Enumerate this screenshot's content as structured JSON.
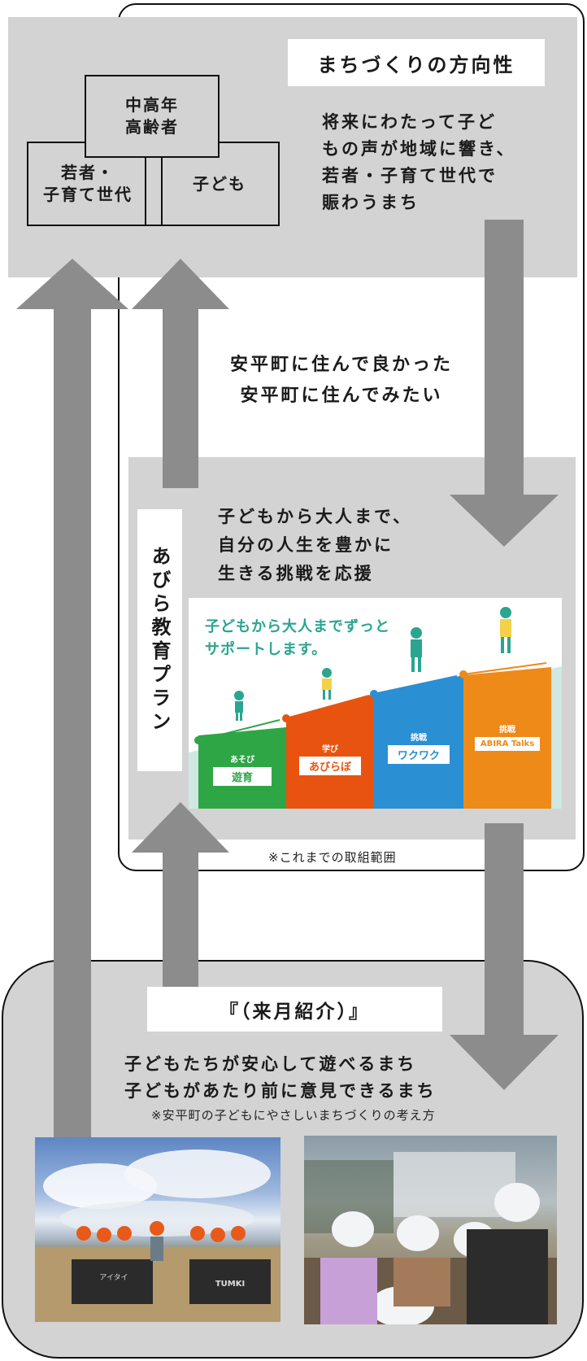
{
  "top": {
    "title": "まちづくりの方向性",
    "vision_lines": [
      "将来にわたって子ど",
      "もの声が地域に響き、",
      "若者・子育て世代で",
      "賑わうまち"
    ],
    "groups": {
      "elders_line1": "中高年",
      "elders_line2": "高齢者",
      "youth_line1": "若者・",
      "youth_line2": "子育て世代",
      "children": "子ども"
    }
  },
  "middle_text": {
    "line1": "安平町に住んで良かった",
    "line2": "安平町に住んでみたい"
  },
  "education": {
    "plan_label": "あびら教育プラン",
    "lines": [
      "子どもから大人まで、",
      "自分の人生を豊かに",
      "生きる挑戦を応援"
    ],
    "graphic": {
      "title_line1": "子どもから大人までずっと",
      "title_line2": "サポートします。",
      "steps": [
        {
          "small": "あそび",
          "label": "遊育",
          "color": "#2ea646"
        },
        {
          "small": "学び",
          "label": "あびらぼ",
          "color": "#e8540f"
        },
        {
          "small": "挑戦",
          "label": "ワクワク",
          "color": "#2a8fd3"
        },
        {
          "small": "挑戦",
          "label": "ABIRA Talks",
          "color": "#ee8a18"
        }
      ]
    },
    "note": "※これまでの取組範囲"
  },
  "bottom": {
    "title": "『（来月紹介）』",
    "lines": [
      "子どもたちが安心して遊べるまち",
      "子どもがあたり前に意見できるまち"
    ],
    "note": "※安平町の子どもにやさしいまちづくりの考え方",
    "photo1_sign1": "アイタイ",
    "photo1_sign2": "TUMKI"
  },
  "colors": {
    "panel_gray": "#d3d3d3",
    "arrow_gray": "#8c8c8c",
    "teal_title": "#2aa58f"
  }
}
